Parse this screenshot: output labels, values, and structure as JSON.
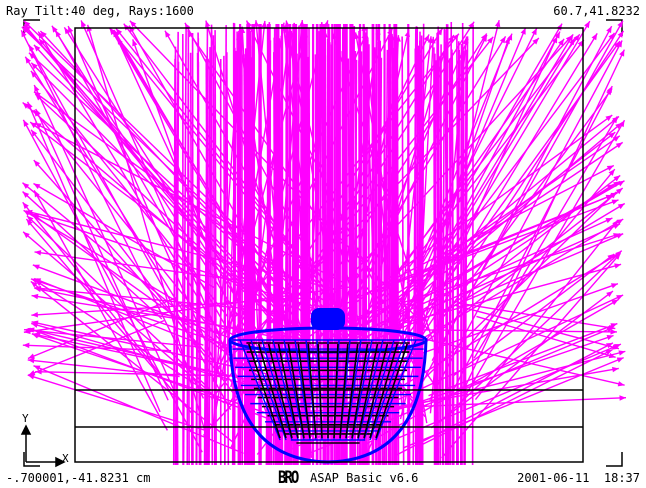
{
  "header": {
    "title": "Ray Tilt:40 deg, Rays:1600",
    "corner_coords": "60.7,41.8232"
  },
  "footer": {
    "corner_coords": "-.700001,-41.8231 cm",
    "logo_text": "BRO",
    "version": "ASAP Basic v6.6",
    "date_time": "2001-06-11  18:37"
  },
  "axes": {
    "y_label": "Y",
    "x_label": "X"
  },
  "colors": {
    "rays": "#ff00ff",
    "reflector": "#0000ff",
    "structure": "#000000",
    "background": "#ffffff"
  },
  "icons": {
    "logo": "bro-logo-icon",
    "axis_indicator": "axis-triad-icon"
  }
}
